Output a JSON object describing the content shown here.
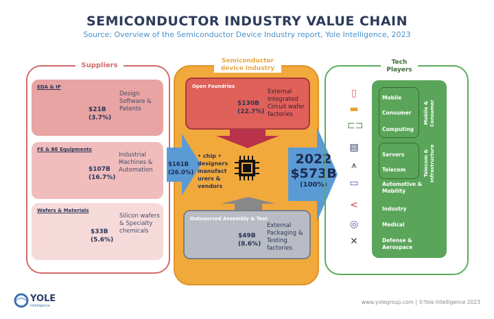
{
  "title": "SEMICONDUCTOR INDUSTRY VALUE CHAIN",
  "subtitle": "Source: Overview of the Semiconductor Device Industry report, Yole Intelligence, 2023",
  "suppliers": {
    "title": "Suppliers",
    "items": [
      {
        "name": "EDA & IP",
        "value": "$21B",
        "share": "(3.7%)",
        "desc": "Design Software & Patents"
      },
      {
        "name": "FE & BE Equipments",
        "value": "$107B",
        "share": "(16.7%)",
        "desc": "Industrial Machines & Automation"
      },
      {
        "name": "Wafers & Materials",
        "value": "$33B",
        "share": "(5.6%)",
        "desc": "Silicon wafers & Specialty chemicals"
      }
    ]
  },
  "supplier_flow": {
    "value": "$161B",
    "share": "(26.0%)"
  },
  "device": {
    "title": "Semiconductor device industry",
    "foundries": {
      "name": "Open Foundries",
      "value": "$130B",
      "share": "(22.7%)",
      "desc": "External Integrated Circuit wafer factories"
    },
    "center": "• chip • designers manufact urers & vendors",
    "osat": {
      "name": "Outsourced Assembly & Test",
      "value": "$49B",
      "share": "(8.6%)",
      "desc": "External Packaging & Testing factories"
    }
  },
  "total": {
    "year": "2022",
    "value": "$573B",
    "share": "(100%)"
  },
  "tech": {
    "title": "Tech Players",
    "group1_label": "Mobile & Consumer",
    "group2_label": "Telecom & Infrastructure",
    "items": [
      "Mobile",
      "Consumer",
      "Computing",
      "Servers",
      "Telecom",
      "Automotive & Mobility",
      "Industry",
      "Medical",
      "Defense & Aerospace"
    ],
    "icons": [
      "smartphone-icon",
      "headset-icon",
      "laptop-icon",
      "server-icon",
      "antenna-icon",
      "car-icon",
      "robot-arm-icon",
      "stethoscope-icon",
      "satellite-icon"
    ]
  },
  "footer": {
    "logo": "YOLE",
    "logo_sub": "Intelligence",
    "credit": "www.yolegroup.com | ©Yole Intelligence 2023"
  }
}
